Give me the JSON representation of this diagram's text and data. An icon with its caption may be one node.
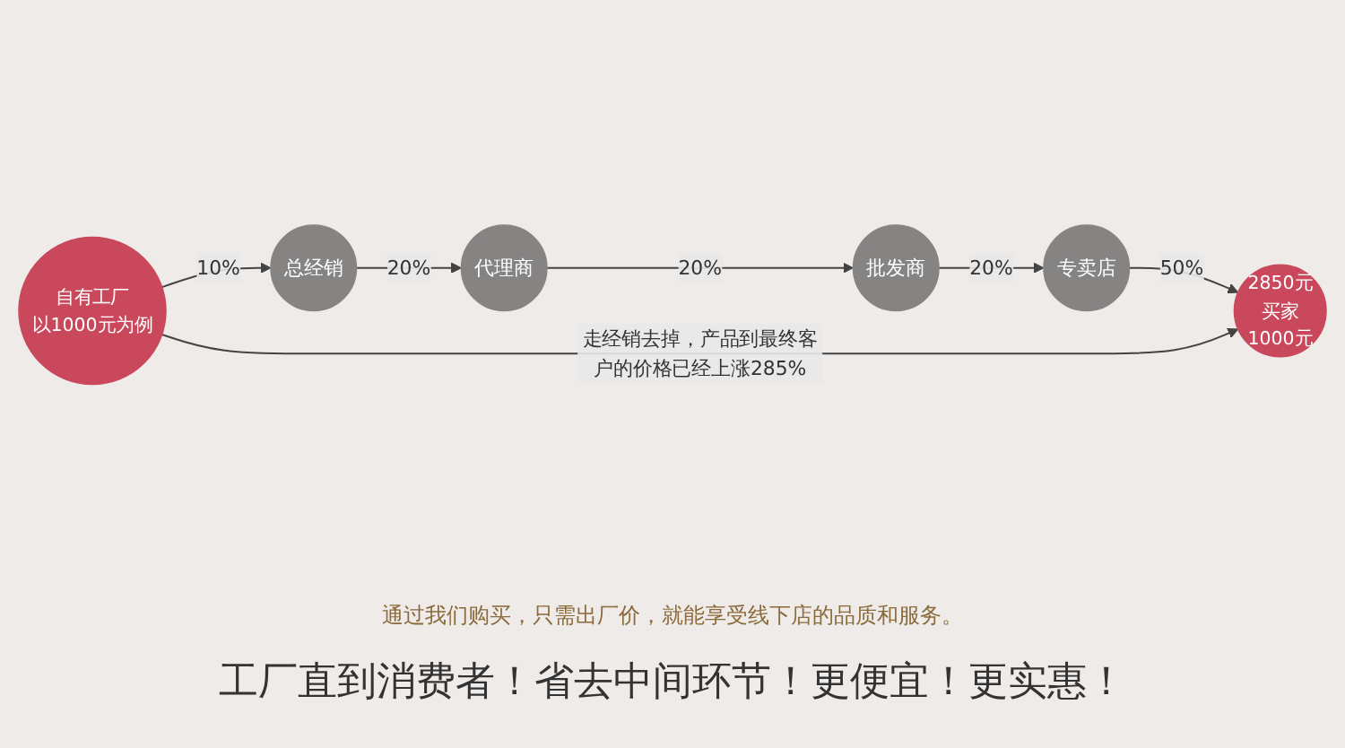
{
  "diagram": {
    "caption": "工厂直到消费者！省去中间环节！更便宜！更实惠！",
    "nodes": [
      {
        "text": [
          "自有工厂",
          "以1000元为例"
        ]
      },
      {
        "text": [
          "总经销"
        ]
      },
      {
        "text": [
          "代理商"
        ]
      },
      {
        "text": [
          "批发商"
        ]
      },
      {
        "text": [
          "专卖店"
        ]
      },
      {
        "text": [
          "2850元",
          "买家",
          "1000元"
        ]
      }
    ],
    "edges": [
      {
        "from": 0,
        "to": 1,
        "arrow": "to",
        "label": "10%"
      },
      {
        "from": 1,
        "to": 2,
        "arrow": "to",
        "label": "20%"
      },
      {
        "from": 2,
        "to": 3,
        "arrow": "to",
        "label": "20%"
      },
      {
        "from": 3,
        "to": 4,
        "arrow": "to",
        "label": "20%"
      },
      {
        "from": 4,
        "to": 5,
        "arrow": "to",
        "label": "50%"
      },
      {
        "from": 0,
        "to": 5,
        "arrow": "to",
        "label": "走经销去掉，产品到最终客户的价格已经上涨285%"
      }
    ],
    "labels": [
      "通过我们购买，只需出厂价，就能享受线下店的品质和服务。"
    ]
  }
}
